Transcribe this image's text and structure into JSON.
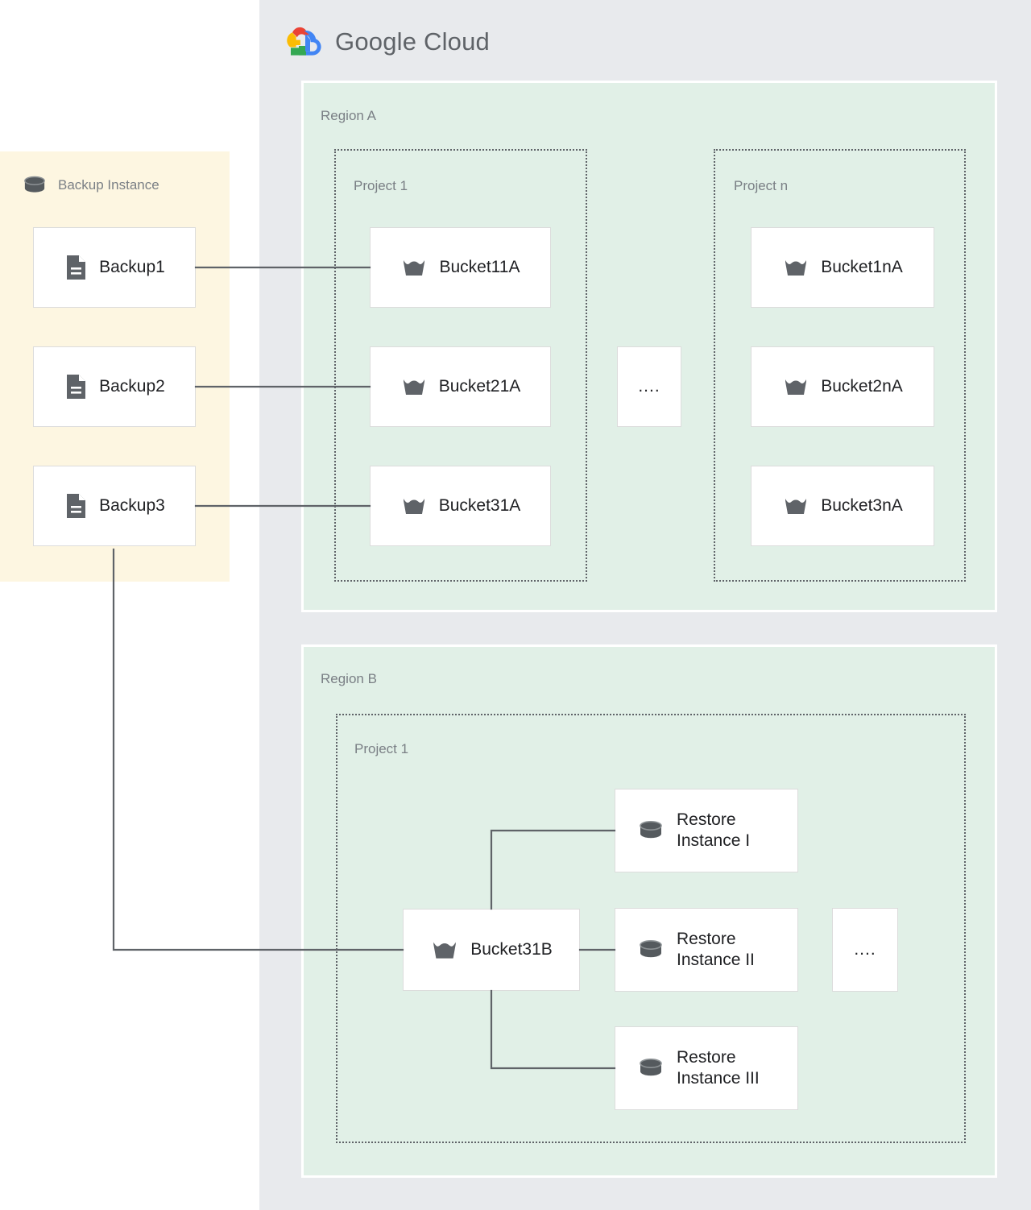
{
  "brand": {
    "logo_icon": "google-cloud-logo-icon",
    "name_bold": "Google",
    "name_light": " Cloud"
  },
  "backup_instance": {
    "icon": "database-cylinder-icon",
    "label": "Backup Instance",
    "background_color": "#fdf6e1",
    "items": [
      {
        "icon": "document-icon",
        "label": "Backup1"
      },
      {
        "icon": "document-icon",
        "label": "Backup2"
      },
      {
        "icon": "document-icon",
        "label": "Backup3"
      }
    ]
  },
  "cloud_panel": {
    "background_color": "#e8eaed"
  },
  "regions": [
    {
      "label": "Region A",
      "background_color": "#e1f0e7",
      "projects": [
        {
          "label": "Project 1",
          "buckets": [
            {
              "icon": "bucket-icon",
              "label": "Bucket11A"
            },
            {
              "icon": "bucket-icon",
              "label": "Bucket21A"
            },
            {
              "icon": "bucket-icon",
              "label": "Bucket31A"
            }
          ]
        },
        {
          "label": "Project n",
          "buckets": [
            {
              "icon": "bucket-icon",
              "label": "Bucket1nA"
            },
            {
              "icon": "bucket-icon",
              "label": "Bucket2nA"
            },
            {
              "icon": "bucket-icon",
              "label": "Bucket3nA"
            }
          ]
        }
      ],
      "ellipsis": "...."
    },
    {
      "label": "Region B",
      "background_color": "#e1f0e7",
      "projects": [
        {
          "label": "Project 1",
          "buckets": [
            {
              "icon": "bucket-icon",
              "label": "Bucket31B"
            }
          ],
          "restore_instances": [
            {
              "icon": "database-cylinder-icon",
              "label": "Restore\nInstance I"
            },
            {
              "icon": "database-cylinder-icon",
              "label": "Restore\nInstance II"
            },
            {
              "icon": "database-cylinder-icon",
              "label": "Restore\nInstance III"
            }
          ]
        }
      ],
      "ellipsis": "...."
    }
  ],
  "colors": {
    "connector": "#5f6368",
    "icon_gray": "#5f6368",
    "label_gray": "#7a7f85",
    "text_dark": "#202124",
    "logo_red": "#ea4335",
    "logo_yellow": "#fbbc04",
    "logo_green": "#34a853",
    "logo_blue": "#4285f4"
  }
}
